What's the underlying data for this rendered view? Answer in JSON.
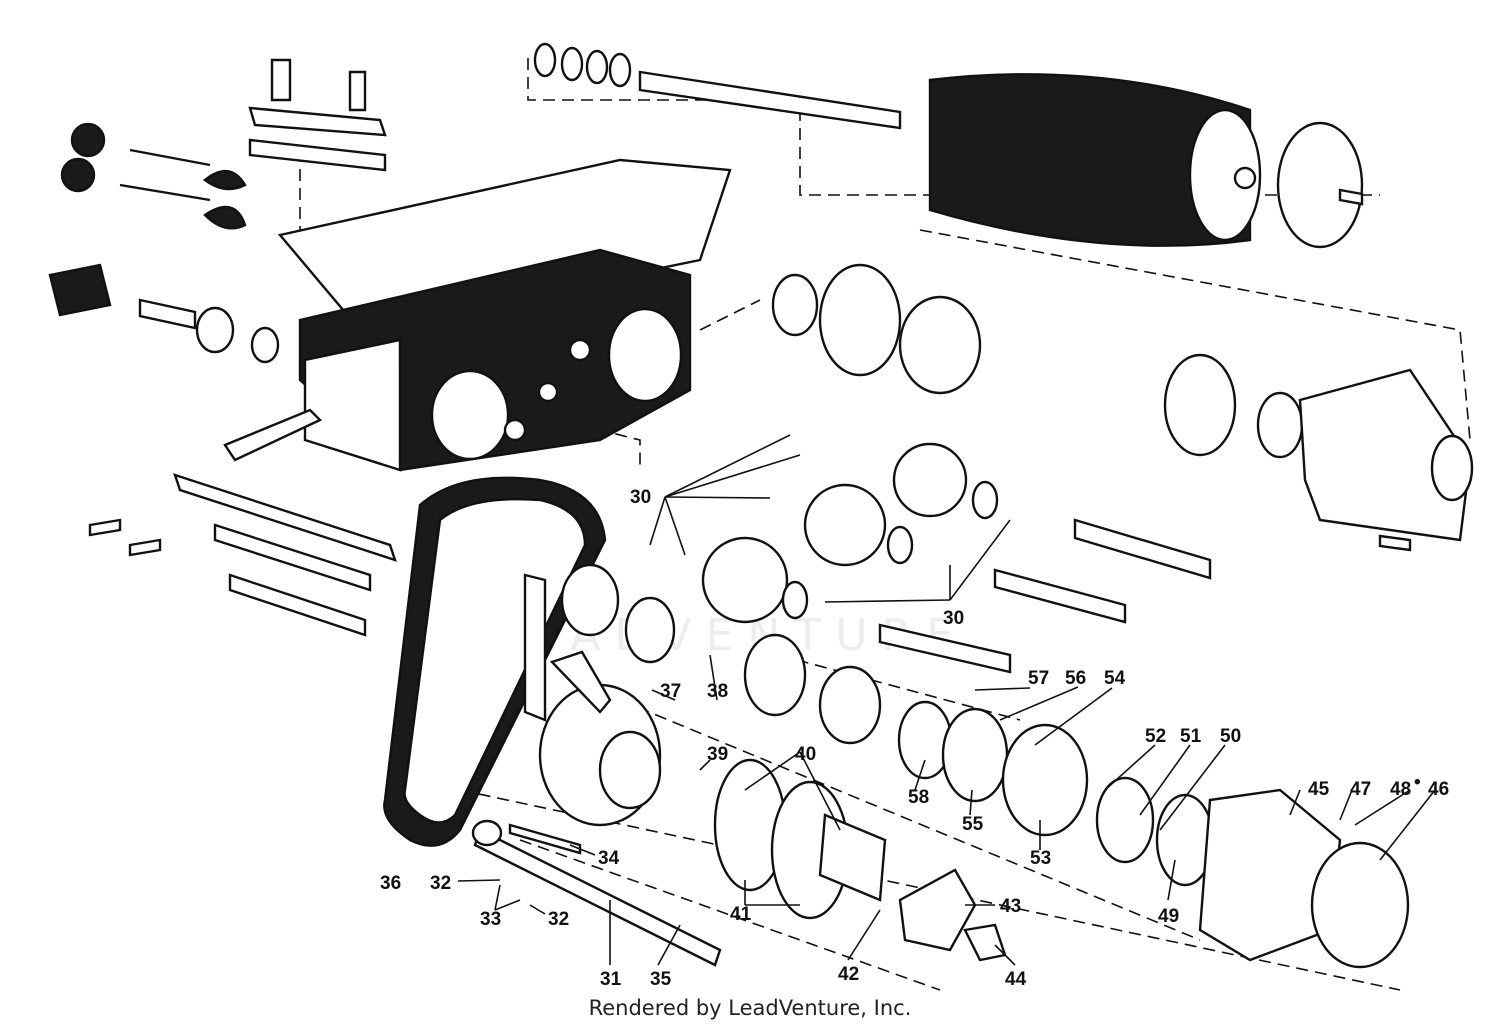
{
  "credit": "Rendered by LeadVenture, Inc.",
  "watermark": "LEADVENTURE",
  "colors": {
    "ink": "#111111",
    "paper": "#ffffff",
    "credit": "#222222"
  },
  "labels": {
    "p30a": "30",
    "p30b": "30",
    "p57": "57",
    "p56": "56",
    "p54": "54",
    "p37": "37",
    "p38": "38",
    "p39": "39",
    "p40": "40",
    "p52": "52",
    "p51": "51",
    "p50": "50",
    "p58": "58",
    "p55": "55",
    "p45": "45",
    "p47": "47",
    "p48": "48",
    "p46": "46",
    "p53": "53",
    "p36": "36",
    "p34": "34",
    "p32a": "32",
    "p32b": "32",
    "p33": "33",
    "p41": "41",
    "p43": "43",
    "p49": "49",
    "p31": "31",
    "p35": "35",
    "p42": "42",
    "p44": "44"
  }
}
